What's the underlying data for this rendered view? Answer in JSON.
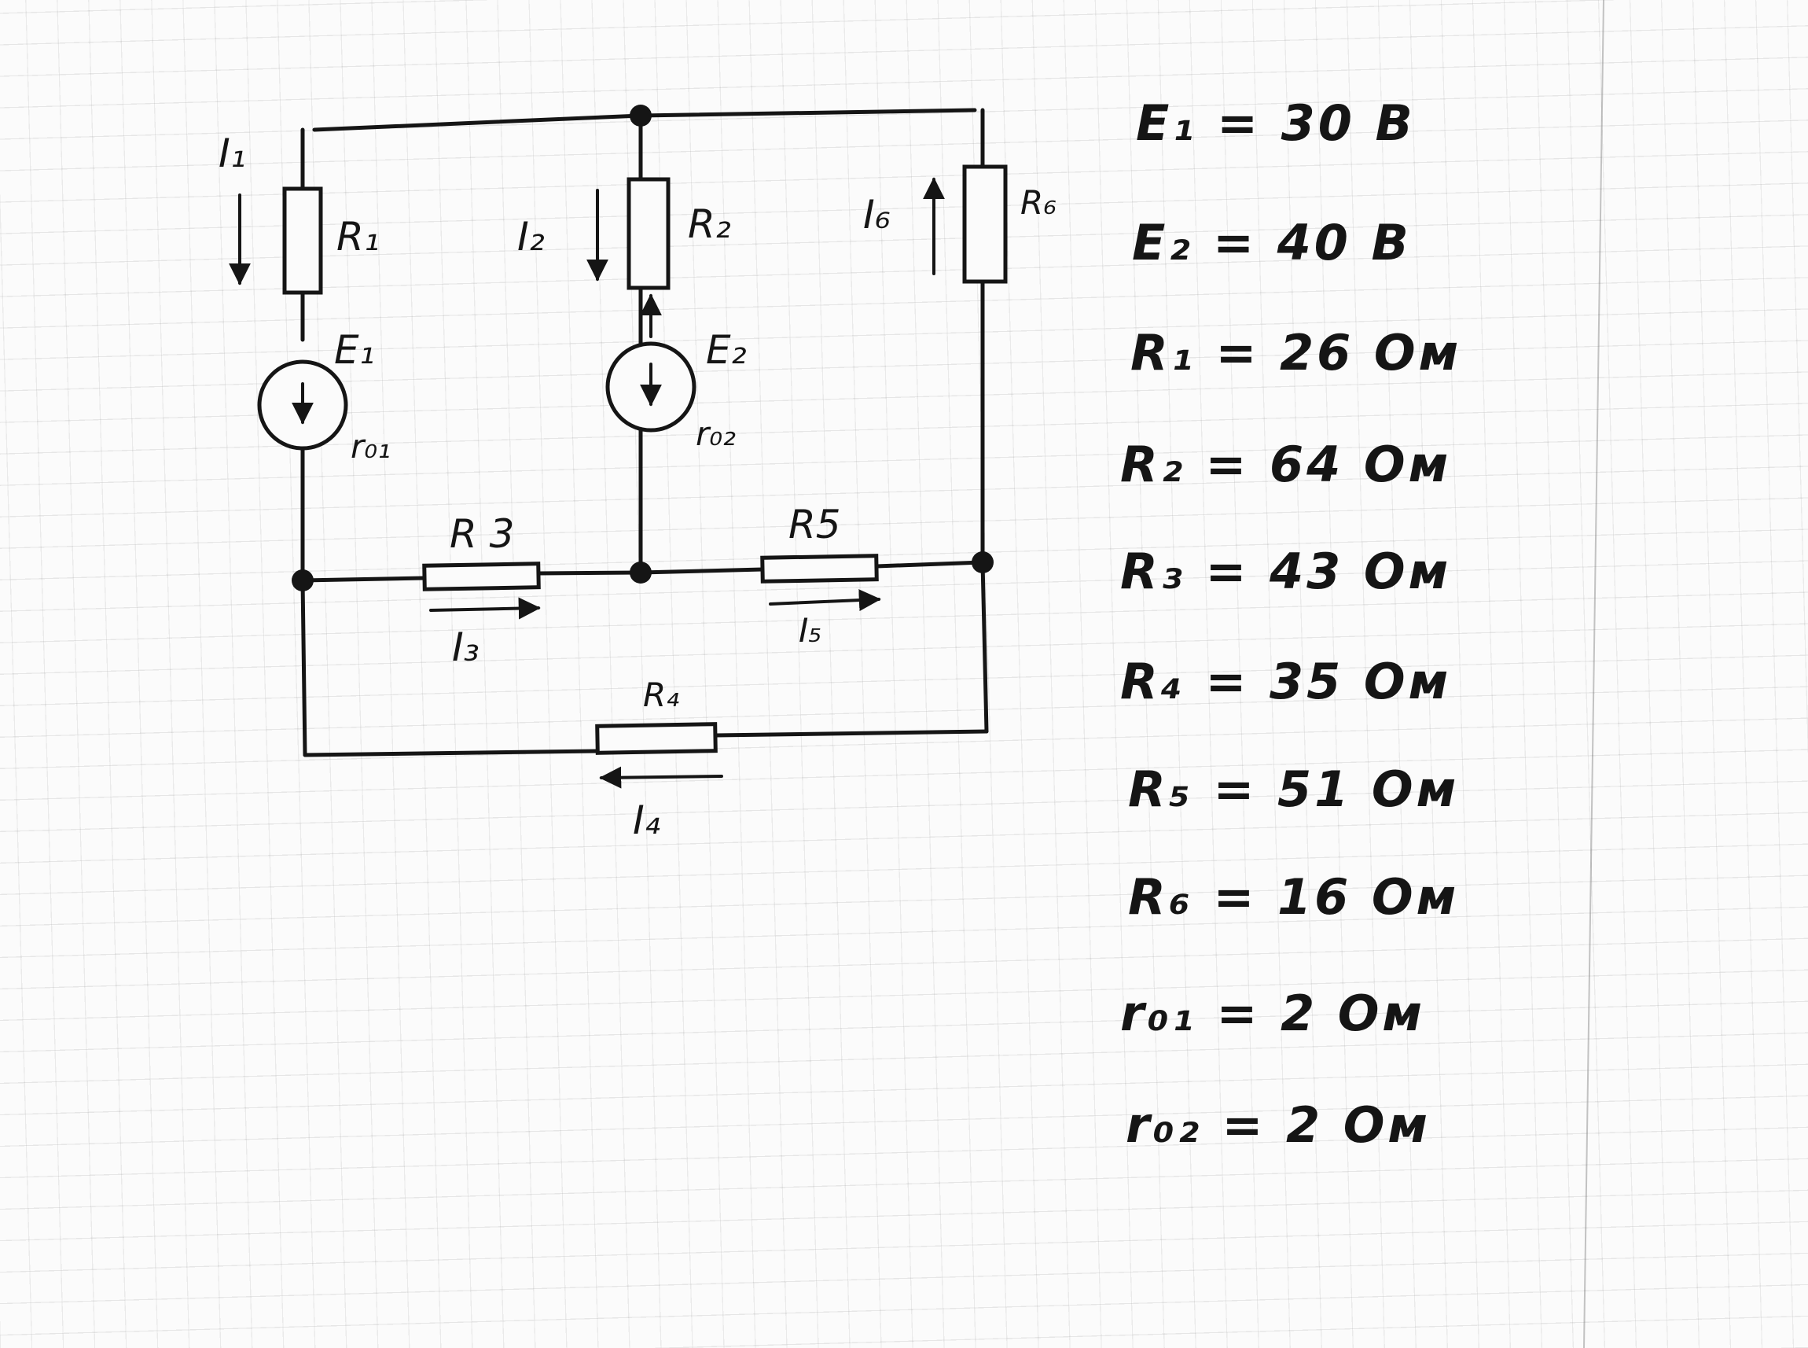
{
  "labels": {
    "I1": "I₁",
    "I2": "I₂",
    "I3": "I₃",
    "I4": "I₄",
    "I5": "I₅",
    "I6": "I₆",
    "R1": "R₁",
    "R2": "R₂",
    "R3": "R 3",
    "R4": "R₄",
    "R5": "R5",
    "R6": "R₆",
    "E1": "E₁",
    "E2": "E₂",
    "r01": "r₀₁",
    "r02": "r₀₂"
  },
  "parameters": [
    "E₁ = 30  B",
    "E₂ = 40  B",
    "R₁ = 26 Ом",
    "R₂ = 64  Ом",
    "R₃ = 43 Ом",
    "R₄ = 35 Ом",
    "R₅ = 51 Ом",
    "R₆ = 16 Ом",
    "r₀₁ = 2 Ом",
    "r₀₂ = 2 Ом"
  ]
}
